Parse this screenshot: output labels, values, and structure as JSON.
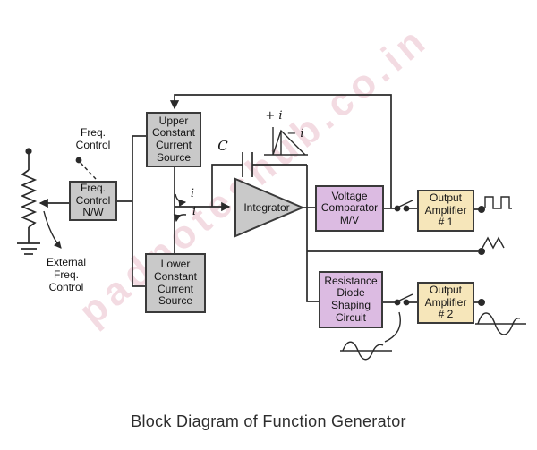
{
  "title": "Block Diagram of Function Generator",
  "watermark": "padnoteshub.co.in",
  "diagram": {
    "external_control": {
      "pointer_label": "Freq.\nControl",
      "external_label": "External\nFreq.\nControl"
    },
    "blocks": {
      "freq_control_nw": "Freq.\nControl\nN/W",
      "upper_ccs": "Upper\nConstant\nCurrent\nSource",
      "lower_ccs": "Lower\nConstant\nCurrent\nSource",
      "integrator": "Integrator",
      "voltage_comparator": "Voltage\nComparator\nM/V",
      "shaping_circuit": "Resistance\nDiode\nShaping\nCircuit",
      "output_amp_1": "Output\nAmplifier\n# 1",
      "output_amp_2": "Output\nAmplifier\n# 2"
    },
    "annotations": {
      "capacitor": "C",
      "plus_i": "+ i",
      "minus_i": "− i",
      "current_i_upper": "i",
      "current_i_lower": "i"
    },
    "colors": {
      "block_gray": "#c9c9c9",
      "block_lavender": "#dcbbe2",
      "block_yellow": "#f6e6ba",
      "line": "#2a2a2a",
      "watermark_pink": "#d98ca0"
    }
  }
}
